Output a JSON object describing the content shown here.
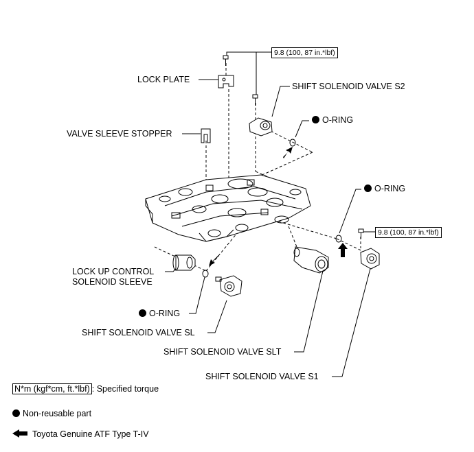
{
  "labels": {
    "lock_plate": "LOCK PLATE",
    "shift_solenoid_s2": "SHIFT SOLENOID VALVE S2",
    "o_ring_top": "O-RING",
    "valve_sleeve_stopper": "VALVE SLEEVE STOPPER",
    "o_ring_right": "O-RING",
    "lock_up_line1": "LOCK UP CONTROL",
    "lock_up_line2": "SOLENOID SLEEVE",
    "o_ring_bottom": "O-RING",
    "shift_solenoid_sl": "SHIFT SOLENOID VALVE SL",
    "shift_solenoid_slt": "SHIFT SOLENOID VALVE SLT",
    "shift_solenoid_s1": "SHIFT SOLENOID VALVE S1"
  },
  "torque": {
    "top": "9.8 (100, 87 in.*lbf)",
    "right": "9.8 (100, 87 in.*lbf)"
  },
  "legend": {
    "torque_unit": "N*m (kgf*cm, ft.*lbf)",
    "torque_desc": ": Specified torque",
    "non_reusable": "Non-reusable part",
    "atf": "Toyota Genuine ATF Type T-IV"
  }
}
